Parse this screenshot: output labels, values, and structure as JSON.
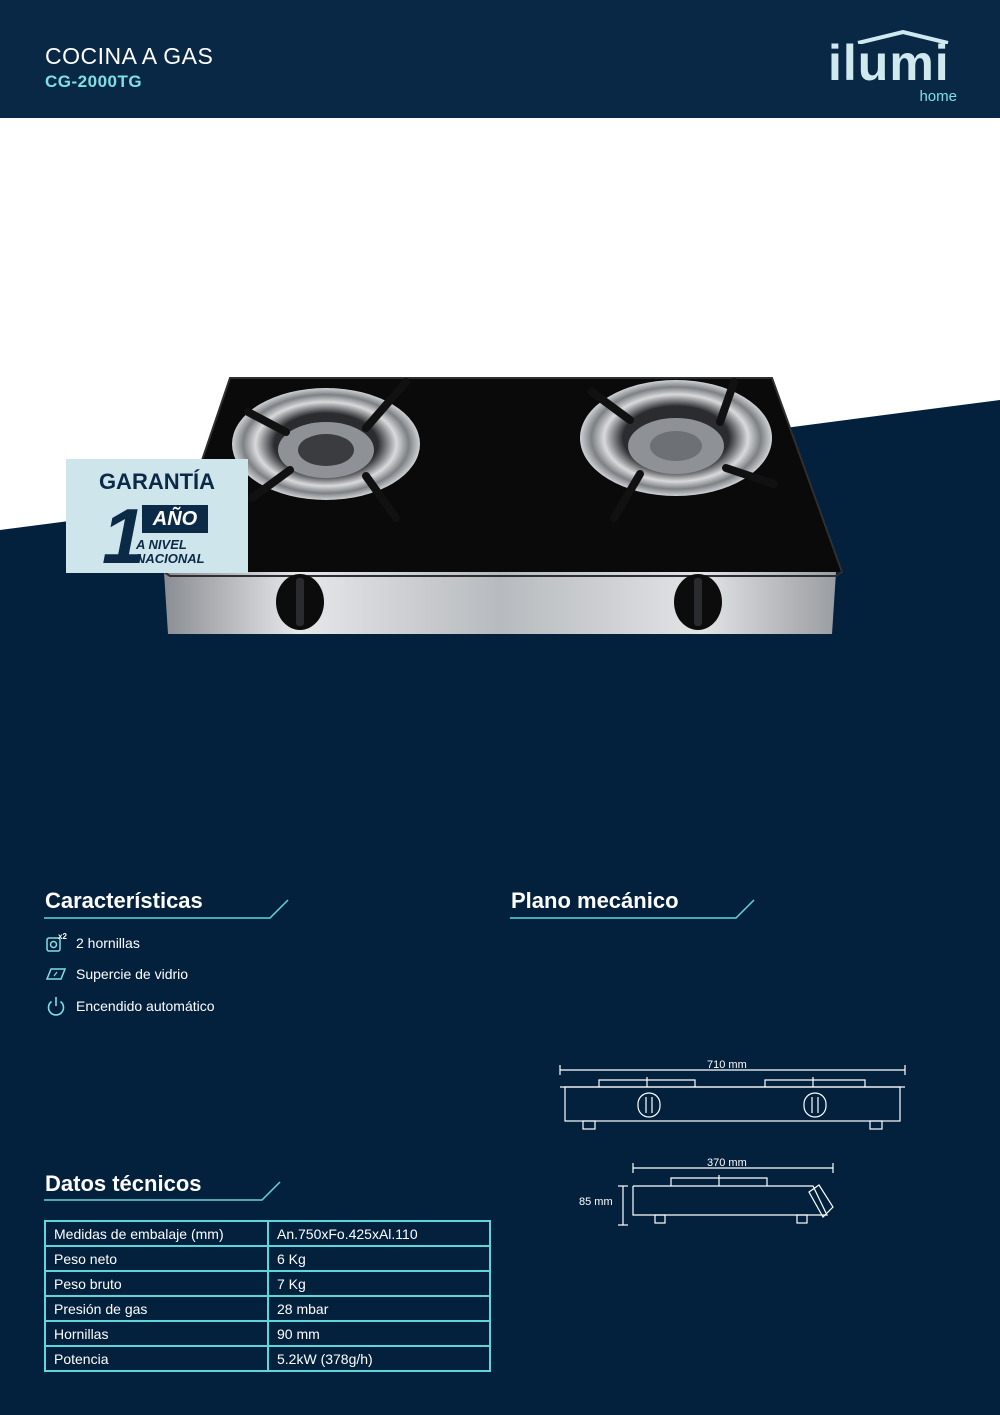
{
  "header": {
    "title": "COCINA A GAS",
    "model": "CG-2000TG",
    "logo_text": "ilumi",
    "logo_sub": "home"
  },
  "colors": {
    "navy": "#03213d",
    "header": "#082846",
    "accent": "#7fe0e4",
    "table_border": "#5fd6dc",
    "badge_bg": "#cfe5ec"
  },
  "badge": {
    "title": "GARANTÍA",
    "number": "1",
    "unit": "AÑO",
    "line1": "A NIVEL",
    "line2": "NACIONAL"
  },
  "features": {
    "heading": "Características",
    "items": [
      {
        "icon": "burner-x2-icon",
        "label": "2 hornillas",
        "icon_badge": "x2"
      },
      {
        "icon": "glass-surface-icon",
        "label": "Supercie de vidrio"
      },
      {
        "icon": "power-icon",
        "label": "Encendido automático"
      }
    ]
  },
  "mechanical": {
    "heading": "Plano mecánico",
    "width_label": "710 mm",
    "depth_label": "370 mm",
    "height_label": "85 mm"
  },
  "specs": {
    "heading": "Datos técnicos",
    "rows": [
      {
        "label": "Medidas de embalaje (mm)",
        "value": "An.750xFo.425xAl.110"
      },
      {
        "label": "Peso neto",
        "value": "6 Kg"
      },
      {
        "label": "Peso bruto",
        "value": "7 Kg"
      },
      {
        "label": "Presión de gas",
        "value": "28 mbar"
      },
      {
        "label": "Hornillas",
        "value": "90 mm"
      },
      {
        "label": "Potencia",
        "value": "5.2kW (378g/h)"
      }
    ]
  }
}
